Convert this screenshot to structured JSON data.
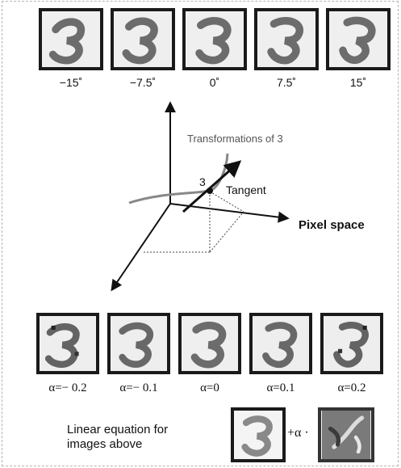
{
  "top_row": {
    "labels": [
      "−15˚",
      "−7.5˚",
      "0˚",
      "7.5˚",
      "15˚"
    ]
  },
  "diagram": {
    "curve_label": "Transformations of 3",
    "point_label": "3",
    "tangent_label": "Tangent",
    "axis_label": "Pixel space"
  },
  "bottom_row": {
    "labels": [
      "α=− 0.2",
      "α=− 0.1",
      "α=0",
      "α=0.1",
      "α=0.2"
    ]
  },
  "equation": {
    "caption_line1": "Linear equation for",
    "caption_line2": "images above",
    "operator": "+α ·"
  },
  "colors": {
    "box_border": "#1a1a1a",
    "curve": "#888888",
    "axis": "#111111"
  }
}
